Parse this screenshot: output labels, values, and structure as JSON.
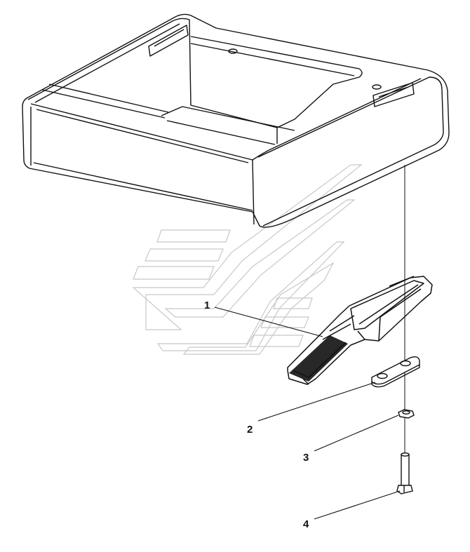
{
  "callouts": {
    "c1": "1",
    "c2": "2",
    "c3": "3",
    "c4": "4"
  },
  "parts": [
    {
      "number": "1",
      "icon": "arm-bracket-icon"
    },
    {
      "number": "2",
      "icon": "shim-plate-icon"
    },
    {
      "number": "3",
      "icon": "nut-icon"
    },
    {
      "number": "4",
      "icon": "bolt-icon"
    }
  ],
  "colors": {
    "line": "#111111",
    "watermark": "#c8c8c8"
  }
}
